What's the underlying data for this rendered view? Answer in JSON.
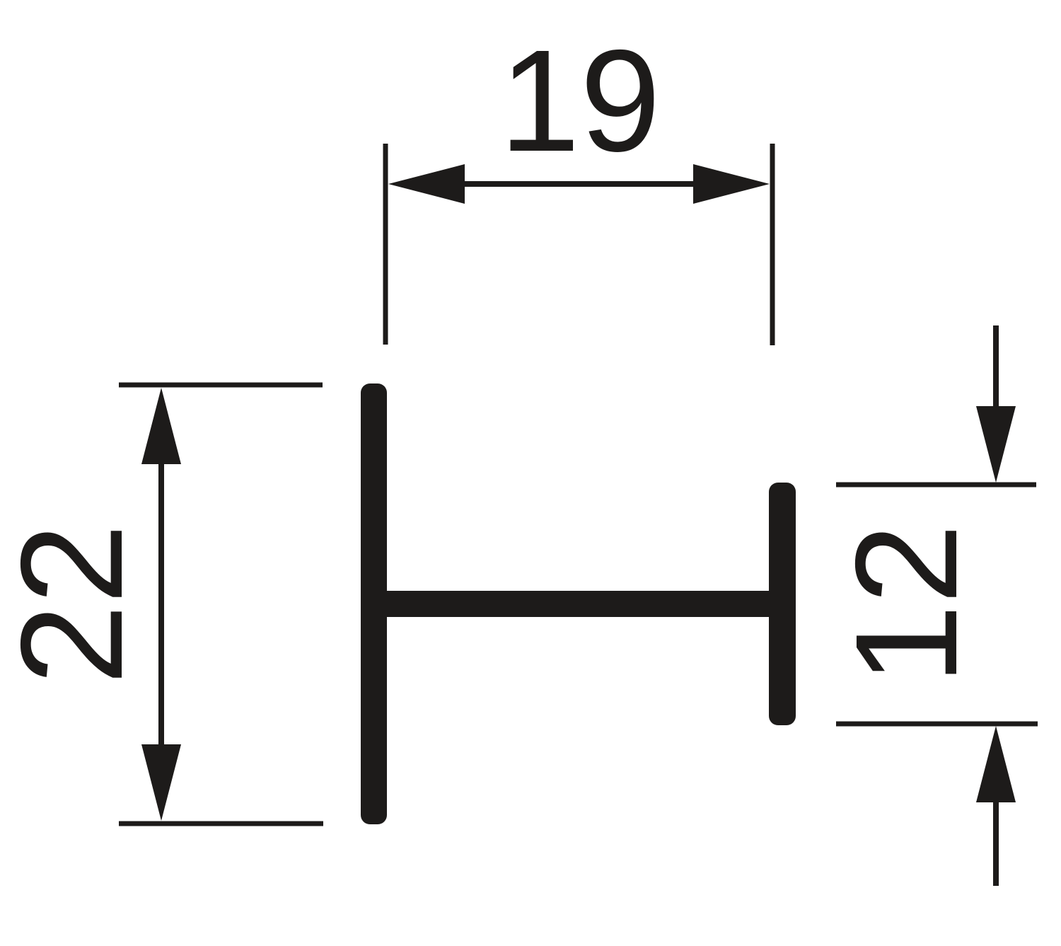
{
  "figure": {
    "kind": "technical-dimension-drawing",
    "subject": "H-profile cross-section"
  },
  "colors": {
    "ink": "#1d1b1a",
    "background": "#ffffff"
  },
  "dimensions": {
    "width": {
      "label": "19",
      "orientation": "horizontal",
      "position": "top"
    },
    "left_height": {
      "label": "22",
      "orientation": "vertical",
      "position": "left"
    },
    "right_height": {
      "label": "12",
      "orientation": "vertical",
      "position": "right"
    }
  }
}
